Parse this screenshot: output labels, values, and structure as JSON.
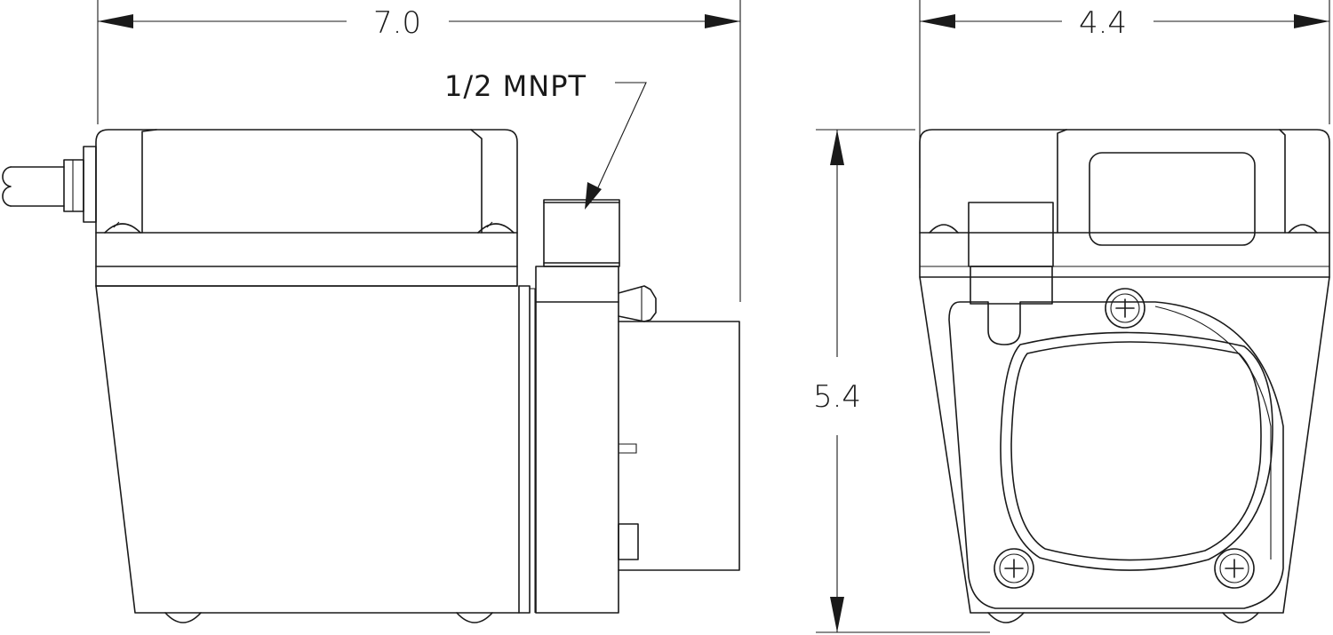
{
  "dimensions": {
    "side_width": "7.0",
    "front_width": "4.4",
    "height": "5.4"
  },
  "callouts": {
    "discharge": "1/2 MNPT"
  }
}
